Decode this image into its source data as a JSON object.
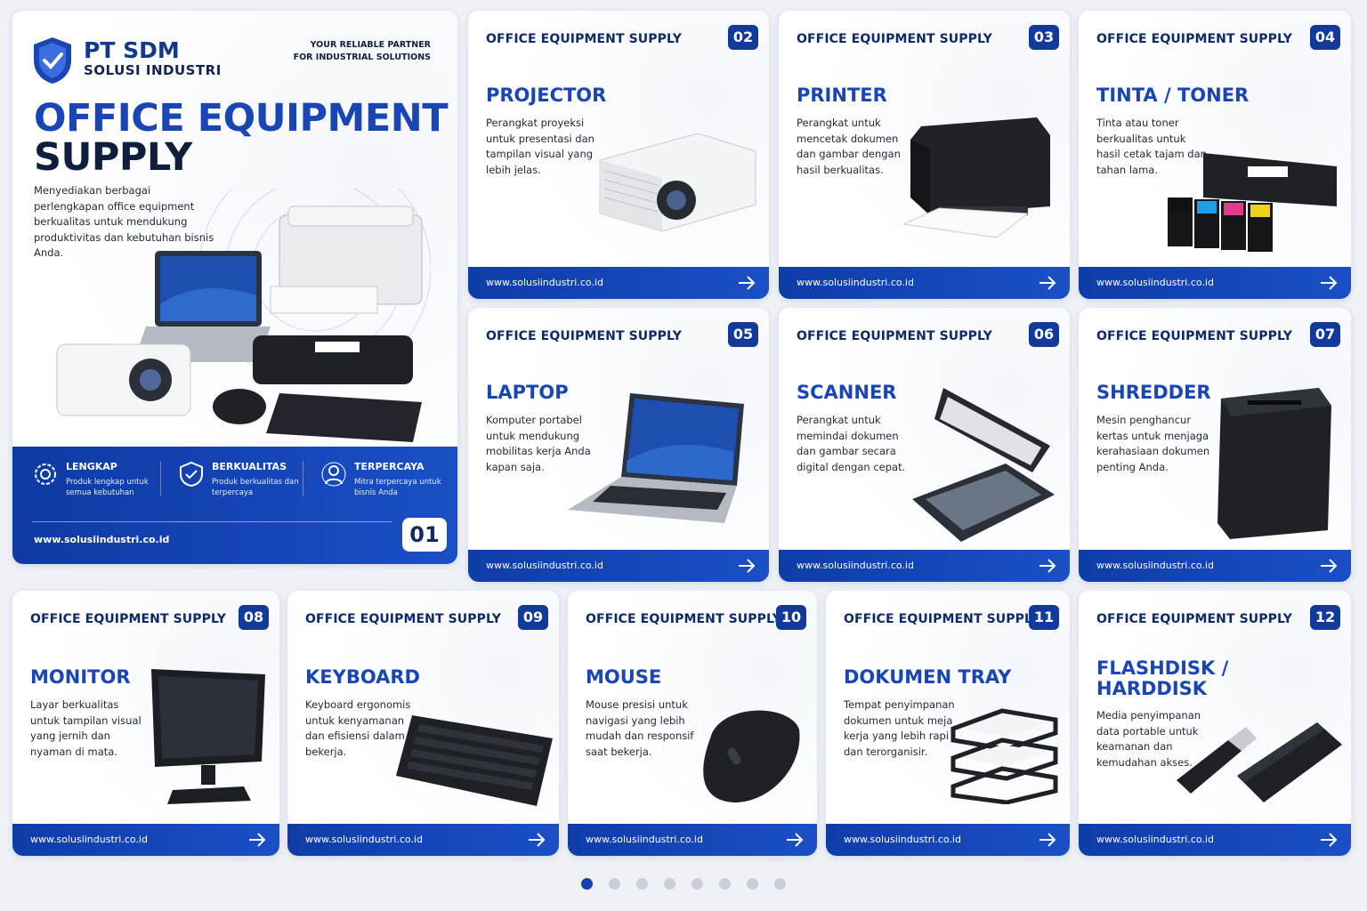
{
  "hero": {
    "brand_name": "PT SDM",
    "brand_sub": "SOLUSI INDUSTRI",
    "tagline_line1": "YOUR RELIABLE PARTNER",
    "tagline_line2": "FOR INDUSTRIAL SOLUTIONS",
    "title_line1": "OFFICE EQUIPMENT",
    "title_line2": "SUPPLY",
    "description": "Menyediakan berbagai perlengkapan office equipment berkualitas untuk mendukung produktivitas dan kebutuhan bisnis Anda.",
    "features": [
      {
        "title": "LENGKAP",
        "subtitle": "Produk lengkap untuk semua kebutuhan",
        "icon": "gear-check-icon"
      },
      {
        "title": "BERKUALITAS",
        "subtitle": "Produk berkualitas dan terpercaya",
        "icon": "shield-check-icon"
      },
      {
        "title": "TERPERCAYA",
        "subtitle": "Mitra terpercaya untuk bisnis Anda",
        "icon": "people-network-icon"
      }
    ],
    "url": "www.solusiindustri.co.id",
    "number": "01"
  },
  "cards": [
    {
      "header": "OFFICE EQUIPMENT SUPPLY",
      "number": "02",
      "title": "PROJECTOR",
      "desc": "Perangkat proyeksi untuk presentasi dan tampilan visual yang lebih jelas.",
      "url": "www.solusiindustri.co.id",
      "icon": "projector-image"
    },
    {
      "header": "OFFICE EQUIPMENT SUPPLY",
      "number": "03",
      "title": "PRINTER",
      "desc": "Perangkat untuk mencetak dokumen dan gambar dengan hasil berkualitas.",
      "url": "www.solusiindustri.co.id",
      "icon": "printer-image"
    },
    {
      "header": "OFFICE EQUIPMENT SUPPLY",
      "number": "04",
      "title": "TINTA / TONER",
      "desc": "Tinta atau toner berkualitas untuk hasil cetak tajam dan tahan lama.",
      "url": "www.solusiindustri.co.id",
      "icon": "toner-image"
    },
    {
      "header": "OFFICE EQUIPMENT SUPPLY",
      "number": "05",
      "title": "LAPTOP",
      "desc": "Komputer portabel untuk mendukung mobilitas kerja Anda kapan saja.",
      "url": "www.solusiindustri.co.id",
      "icon": "laptop-image"
    },
    {
      "header": "OFFICE EQUIPMENT SUPPLY",
      "number": "06",
      "title": "SCANNER",
      "desc": "Perangkat untuk memindai dokumen dan gambar secara digital dengan cepat.",
      "url": "www.solusiindustri.co.id",
      "icon": "scanner-image"
    },
    {
      "header": "OFFICE EQUIPMENT SUPPLY",
      "number": "07",
      "title": "SHREDDER",
      "desc": "Mesin penghancur kertas untuk menjaga kerahasiaan dokumen penting Anda.",
      "url": "www.solusiindustri.co.id",
      "icon": "shredder-image"
    },
    {
      "header": "OFFICE EQUIPMENT SUPPLY",
      "number": "08",
      "title": "MONITOR",
      "desc": "Layar berkualitas untuk tampilan visual yang jernih dan nyaman di mata.",
      "url": "www.solusiindustri.co.id",
      "icon": "monitor-image"
    },
    {
      "header": "OFFICE EQUIPMENT SUPPLY",
      "number": "09",
      "title": "KEYBOARD",
      "desc": "Keyboard ergonomis untuk kenyamanan dan efisiensi dalam bekerja.",
      "url": "www.solusiindustri.co.id",
      "icon": "keyboard-image"
    },
    {
      "header": "OFFICE EQUIPMENT SUPPLY",
      "number": "10",
      "title": "MOUSE",
      "desc": "Mouse presisi untuk navigasi yang lebih mudah dan responsif saat bekerja.",
      "url": "www.solusiindustri.co.id",
      "icon": "mouse-image"
    },
    {
      "header": "OFFICE EQUIPMENT SUPPLY",
      "number": "11",
      "title": "DOKUMEN TRAY",
      "desc": "Tempat penyimpanan dokumen untuk meja kerja yang lebih rapi dan terorganisir.",
      "url": "www.solusiindustri.co.id",
      "icon": "document-tray-image"
    },
    {
      "header": "OFFICE EQUIPMENT SUPPLY",
      "number": "12",
      "title": "FLASHDISK /\nHARDDISK",
      "desc": "Media penyimpanan data portable untuk keamanan dan kemudahan akses.",
      "url": "www.solusiindustri.co.id",
      "icon": "storage-image"
    }
  ],
  "pagination": {
    "total": 8,
    "active": 0
  },
  "colors": {
    "primary": "#1a46b5",
    "dark": "#0f2a66",
    "band": "#0f3da8"
  }
}
